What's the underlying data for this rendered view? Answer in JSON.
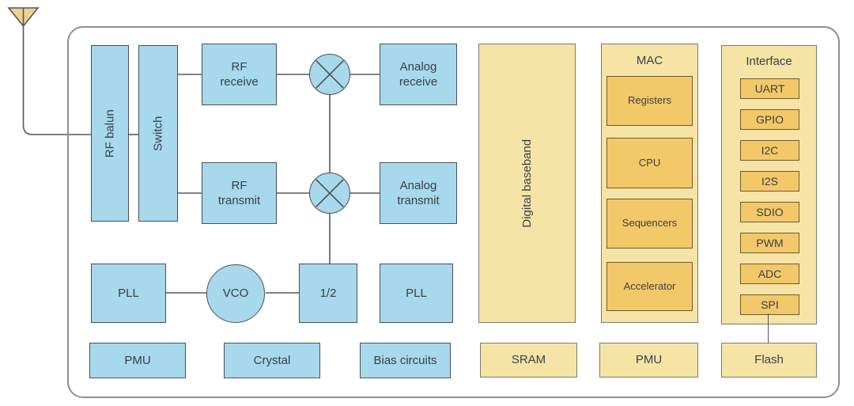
{
  "colors": {
    "blue": "#a7d8ec",
    "yellowLight": "#f6e3a6",
    "yellowDark": "#f3c869",
    "antenna": "#eed293",
    "borderDark": "#4c4f52",
    "borderLight": "#7c7c6e",
    "borderBrown": "#6e5c32",
    "outerBorder": "#8f8f8f",
    "wire": "#55585a",
    "text": "#3a4148",
    "background": "#ffffff"
  },
  "diagram": {
    "blocks": {
      "rf_balun": "RF balun",
      "switch": "Switch",
      "rf_receive": "RF\nreceive",
      "analog_receive": "Analog\nreceive",
      "rf_transmit": "RF\ntransmit",
      "analog_transmit": "Analog\ntransmit",
      "pll_left": "PLL",
      "vco": "VCO",
      "div2": "1/2",
      "pll_right": "PLL",
      "pmu_analog": "PMU",
      "crystal": "Crystal",
      "bias_circuits": "Bias circuits",
      "digital_baseband": "Digital baseband",
      "sram": "SRAM",
      "pmu_digital": "PMU",
      "flash": "Flash"
    },
    "mac": {
      "label": "MAC",
      "items": [
        "Registers",
        "CPU",
        "Sequencers",
        "Accelerator"
      ]
    },
    "interface": {
      "label": "Interface",
      "items": [
        "UART",
        "GPIO",
        "I2C",
        "I2S",
        "SDIO",
        "PWM",
        "ADC",
        "SPI"
      ]
    }
  }
}
